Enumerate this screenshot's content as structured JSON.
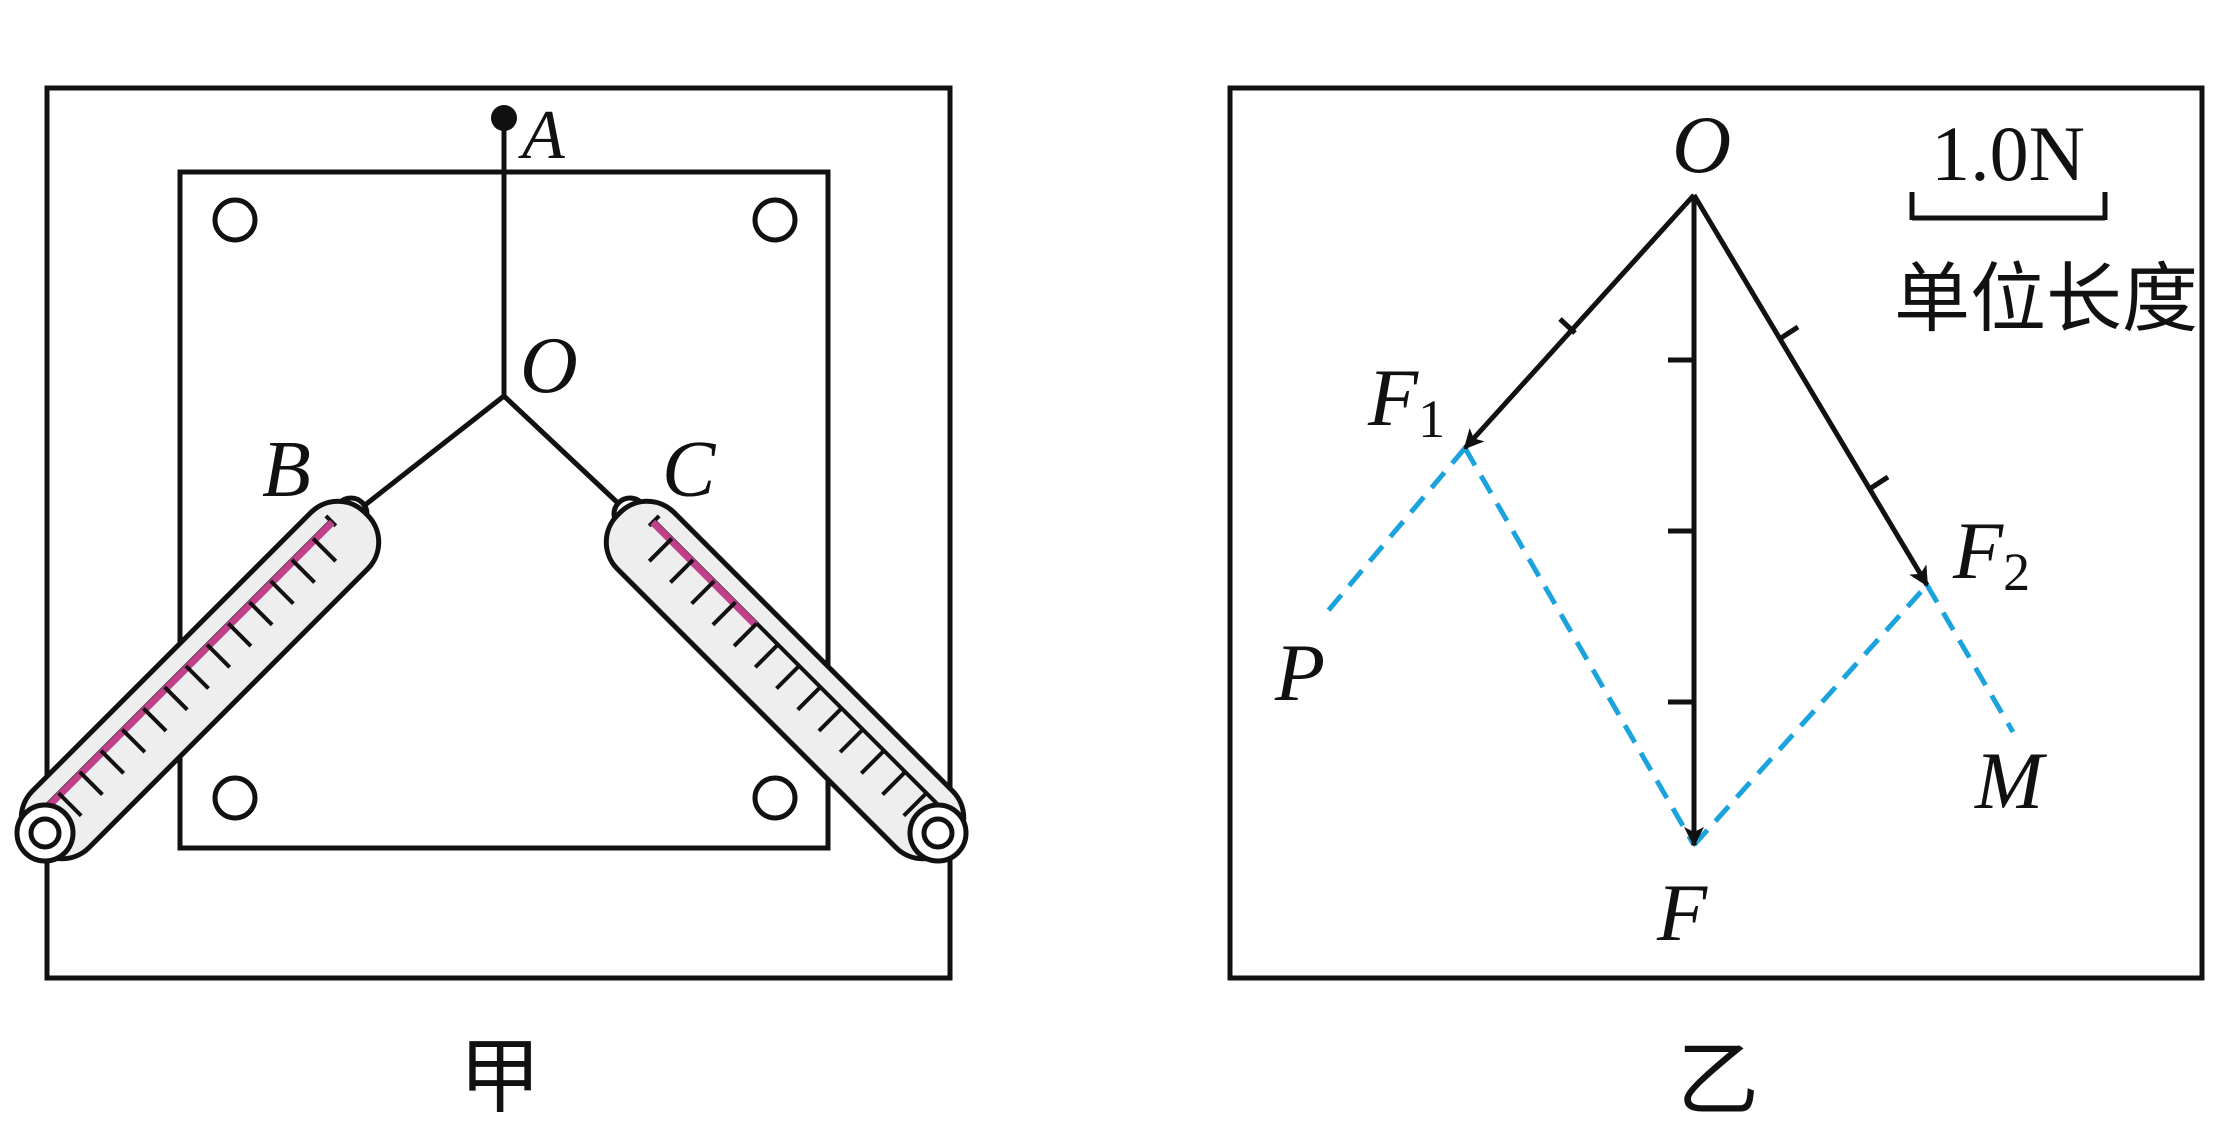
{
  "left_figure": {
    "caption": "甲",
    "labels": {
      "A": "A",
      "O": "O",
      "B": "B",
      "C": "C"
    }
  },
  "right_figure": {
    "caption": "乙",
    "labels": {
      "O": "O",
      "F1": "F",
      "F1_sub": "1",
      "F2": "F",
      "F2_sub": "2",
      "F": "F",
      "P": "P",
      "M": "M"
    },
    "scale": {
      "value": "1.0N",
      "label": "单位长度"
    }
  },
  "colors": {
    "ink": "#111111",
    "dashed": "#1aa3dc",
    "pointer": "#c0408a",
    "gauge_fill": "#eeeeee"
  }
}
